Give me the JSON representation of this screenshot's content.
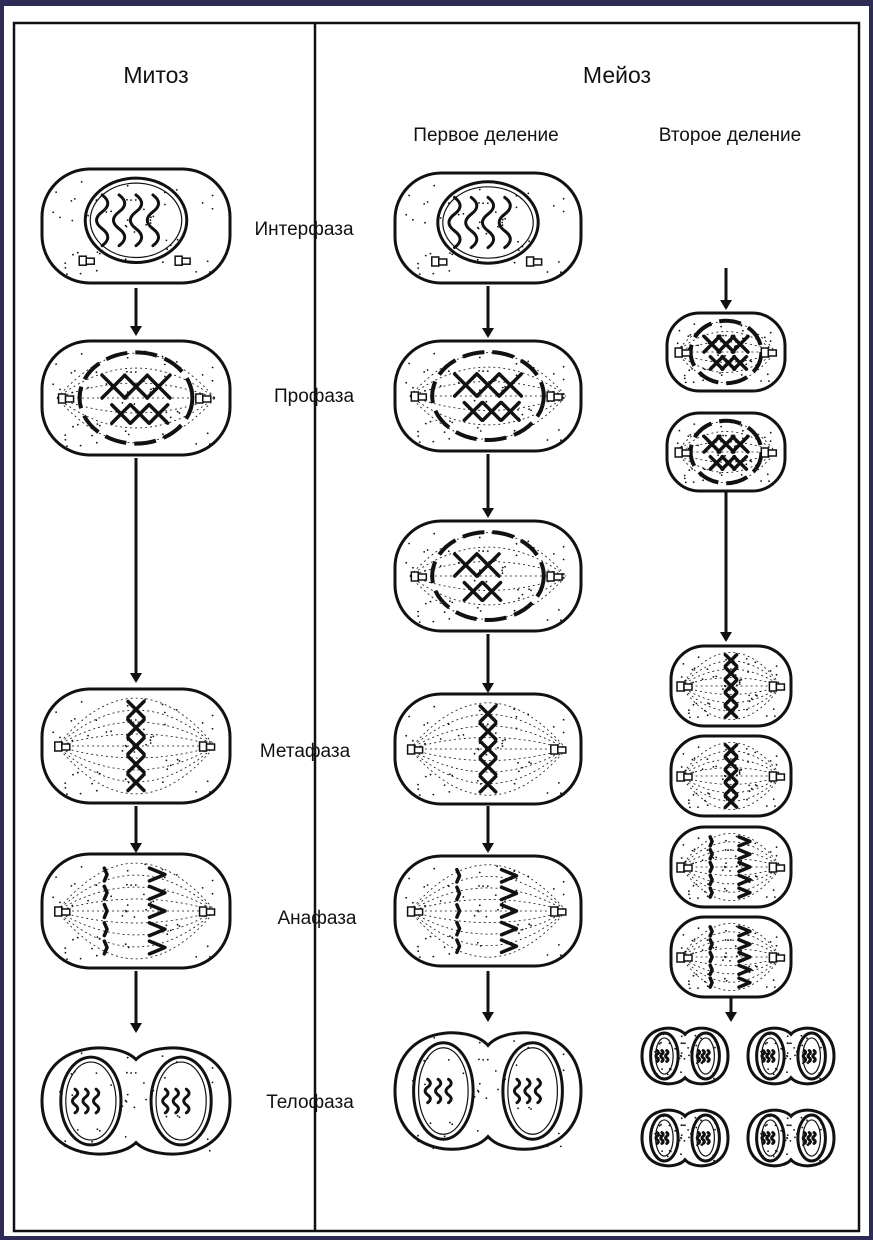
{
  "headers": {
    "mitosis": "Митоз",
    "meiosis": "Мейоз",
    "first_division": "Первое деление",
    "second_division": "Второе деление"
  },
  "phases": [
    "Интерфаза",
    "Профаза",
    "Метафаза",
    "Анафаза",
    "Телофаза"
  ],
  "colors": {
    "background": "#2e2b55",
    "panel": "#ffffff",
    "ink": "#111111"
  },
  "cell_types": {
    "mitosis": [
      "interphase-cell",
      "prophase-cell",
      "metaphase-cell",
      "anaphase-cell",
      "telophase-cell"
    ],
    "meiosis_1": [
      "interphase-cell",
      "prophase-cell",
      "late-prophase-cell",
      "metaphase-cell",
      "anaphase-cell",
      "telophase-cell"
    ],
    "meiosis_2": [
      "prophase-cell",
      "prophase-cell",
      "metaphase-cell",
      "metaphase-cell",
      "anaphase-cell",
      "anaphase-cell",
      "telophase-cell",
      "telophase-cell",
      "telophase-cell",
      "telophase-cell"
    ]
  }
}
